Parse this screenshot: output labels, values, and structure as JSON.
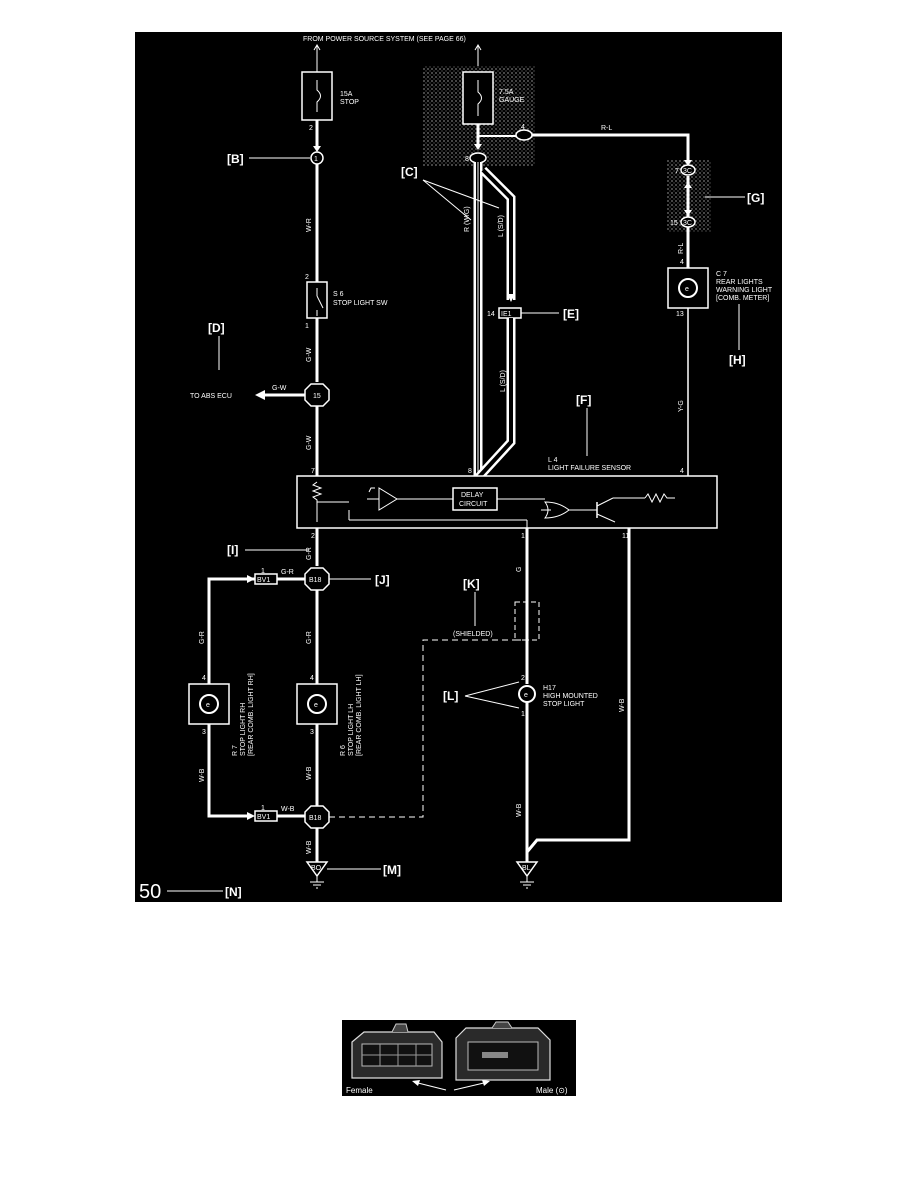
{
  "header": {
    "power_source": "FROM POWER SOURCE SYSTEM (SEE PAGE 66)"
  },
  "fuses": {
    "stop": {
      "rating": "15A",
      "name": "STOP",
      "pin": "2"
    },
    "gauge": {
      "rating": "7.5A",
      "name": "GAUGE"
    }
  },
  "connectors": {
    "j1": "1",
    "cb": "B",
    "ib4": "4",
    "pin8": "8",
    "c7c": "7",
    "cc": "3C",
    "c15": "15",
    "ie1": "IE1",
    "p14": "14",
    "j15": "15",
    "b18": "B18",
    "bv1": "BV1",
    "bo": "BO",
    "bl": "BL"
  },
  "components": {
    "s6": {
      "id": "S 6",
      "name": "STOP LIGHT SW",
      "pin_top": "2",
      "pin_bottom": "1"
    },
    "c7": {
      "id": "C 7",
      "line1": "REAR LIGHTS",
      "line2": "WARNING LIGHT",
      "line3": "[COMB. METER]",
      "pin_top": "4",
      "pin_bottom": "13"
    },
    "l4": {
      "id": "L 4",
      "name": "LIGHT FAILURE SENSOR",
      "delay_1": "DELAY",
      "delay_2": "CIRCUIT",
      "pin_7": "7",
      "pin_8": "8",
      "pin_4": "4",
      "pin_2": "2",
      "pin_1": "1",
      "pin_11": "11"
    },
    "r7": {
      "id": "R 7",
      "line1": "STOP LIGHT RH",
      "line2": "[REAR COMB. LIGHT RH]",
      "pin_top": "4",
      "pin_bottom": "3"
    },
    "r6": {
      "id": "R 6",
      "line1": "STOP LIGHT LH",
      "line2": "[REAR COMB. LIGHT LH]",
      "pin_top": "4",
      "pin_bottom": "3"
    },
    "h17": {
      "id": "H17",
      "line1": "HIGH MOUNTED",
      "line2": "STOP LIGHT",
      "pin_top": "2",
      "pin_bottom": "1"
    }
  },
  "wires": {
    "w_r": "W-R",
    "g_w": "G-W",
    "r_wg": "R (W/G)",
    "l_sd": "L (S/D)",
    "r_l": "R-L",
    "y_g": "Y-G",
    "g_r": "G-R",
    "w_b": "W-B",
    "g": "G",
    "shielded": "(SHIELDED)",
    "to_abs": "TO ABS ECU"
  },
  "references": {
    "B": "[B]",
    "C": "[C]",
    "D": "[D]",
    "E": "[E]",
    "F": "[F]",
    "G": "[G]",
    "H": "[H]",
    "I": "[I]",
    "J": "[J]",
    "K": "[K]",
    "L": "[L]",
    "M": "[M]",
    "N": "[N]"
  },
  "page_number": "50",
  "connector_photo": {
    "female": "Female",
    "male": "Male (⊙)"
  }
}
